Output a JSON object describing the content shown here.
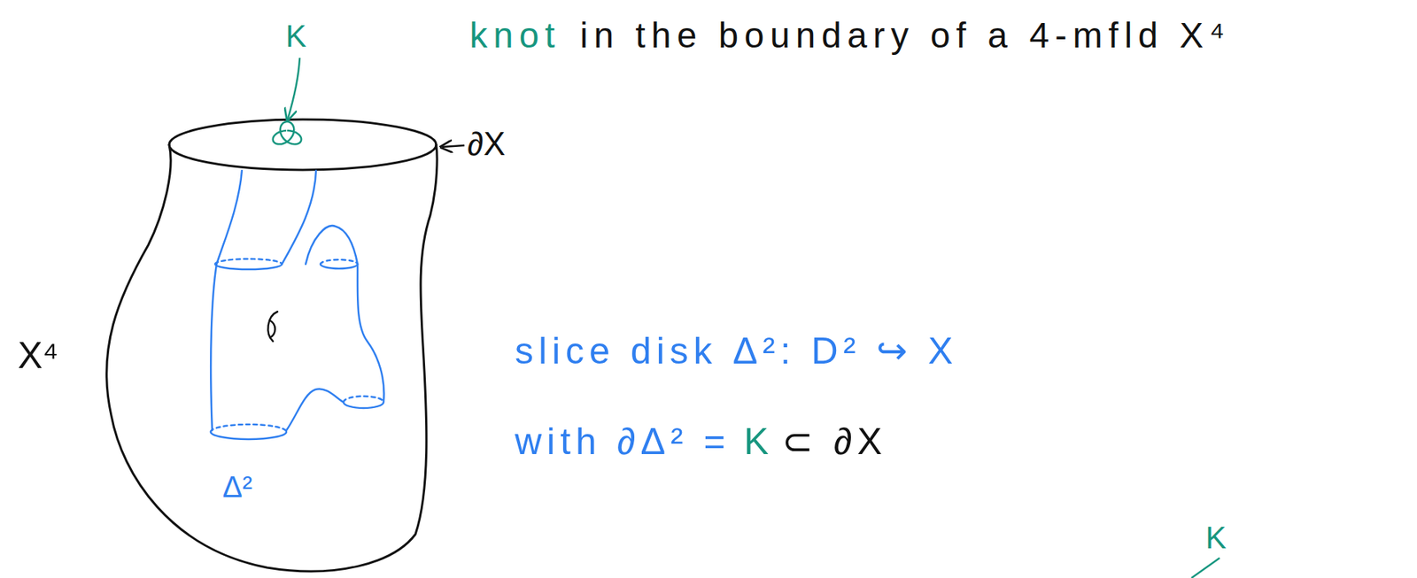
{
  "diagram": {
    "labels": [
      "K",
      "knot",
      "in the boundary of a 4-mfld X⁴",
      "∂X",
      "X⁴",
      "slice disk Δ²: D² ↪ X",
      "with ∂Δ² =",
      "K",
      "⊂ ∂X",
      "Δ²",
      "K"
    ]
  }
}
